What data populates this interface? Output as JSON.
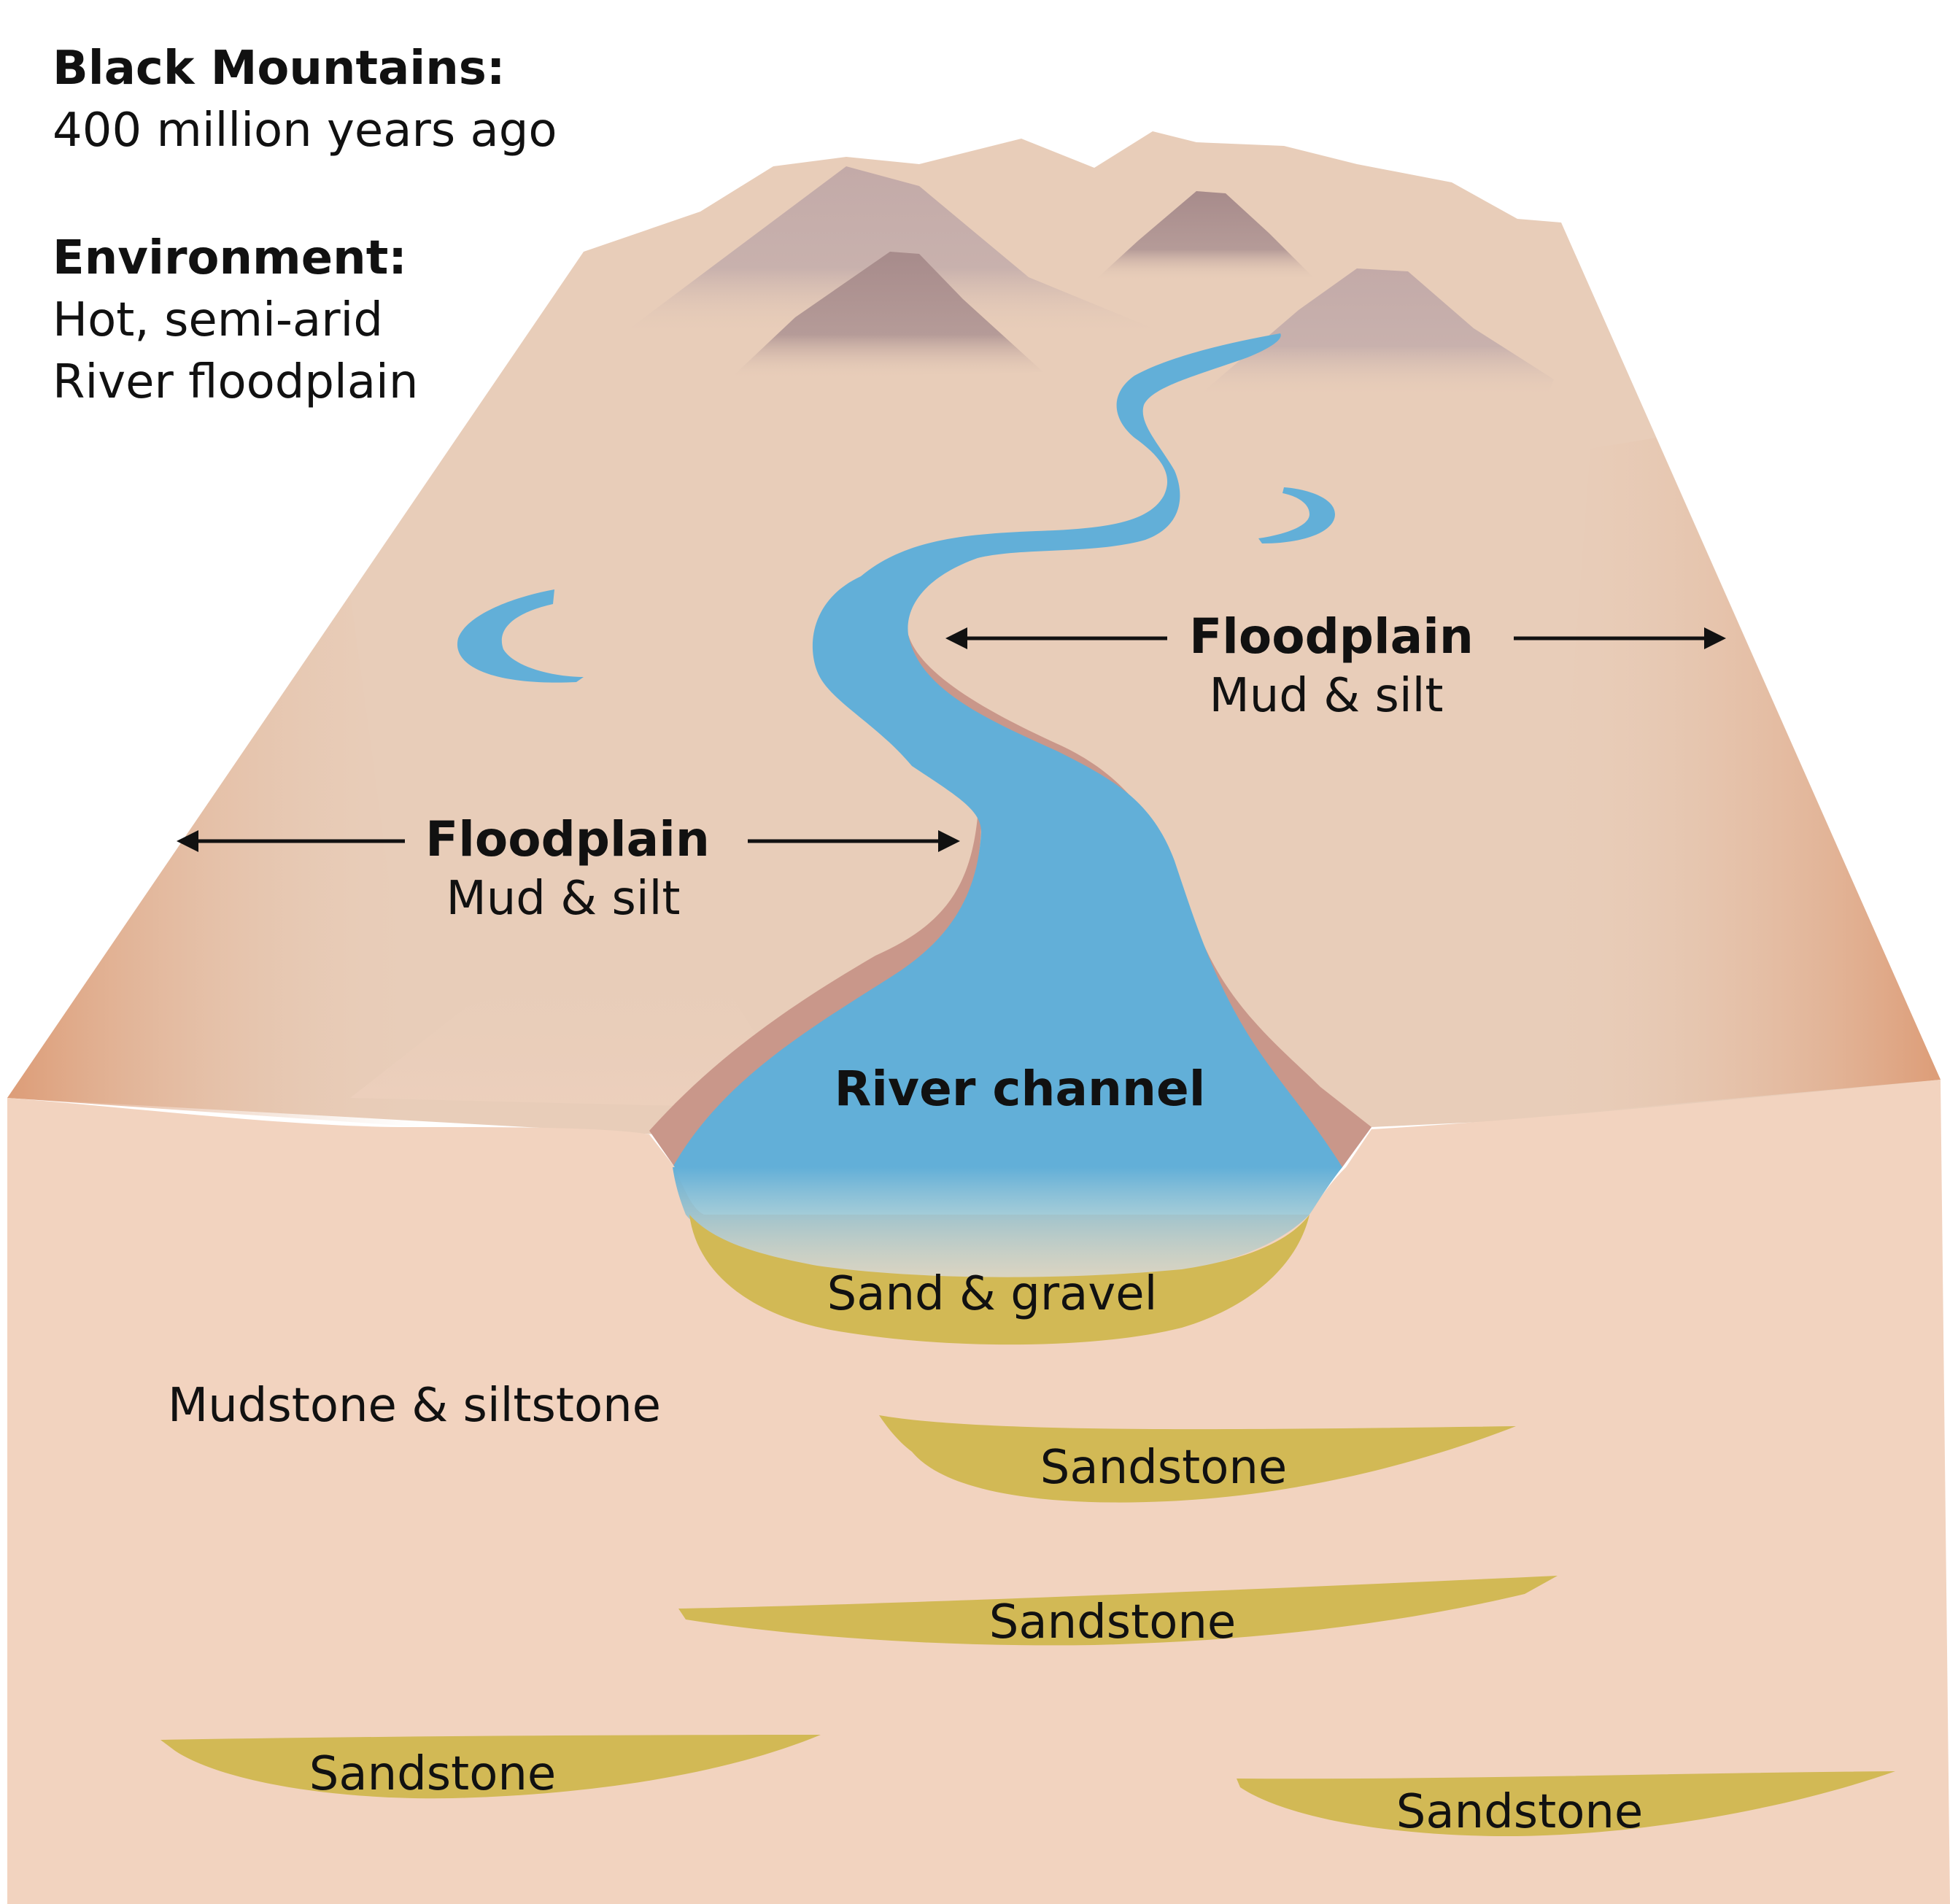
{
  "title": {
    "heading": "Black Mountains:",
    "subheading": "400 million years ago",
    "environment_heading": "Environment:",
    "environment_lines": [
      "Hot, semi-arid",
      "River floodplain"
    ]
  },
  "labels": {
    "floodplain_right": {
      "title": "Floodplain",
      "detail": "Mud & silt"
    },
    "floodplain_left": {
      "title": "Floodplain",
      "detail": "Mud & silt"
    },
    "river_channel": "River channel",
    "sand_gravel": "Sand & gravel",
    "mudstone": "Mudstone & siltstone",
    "sandstone": [
      "Sandstone",
      "Sandstone",
      "Sandstone",
      "Sandstone"
    ]
  },
  "colors": {
    "surface": "#e8cdb9",
    "surface_edge": "#dc9a74",
    "ground": "#f2d3bf",
    "mountain": "#a78b8b",
    "bank": "#c9978a",
    "water": "#62afd8",
    "sediment": "#d2b955",
    "arrow": "#111111"
  }
}
